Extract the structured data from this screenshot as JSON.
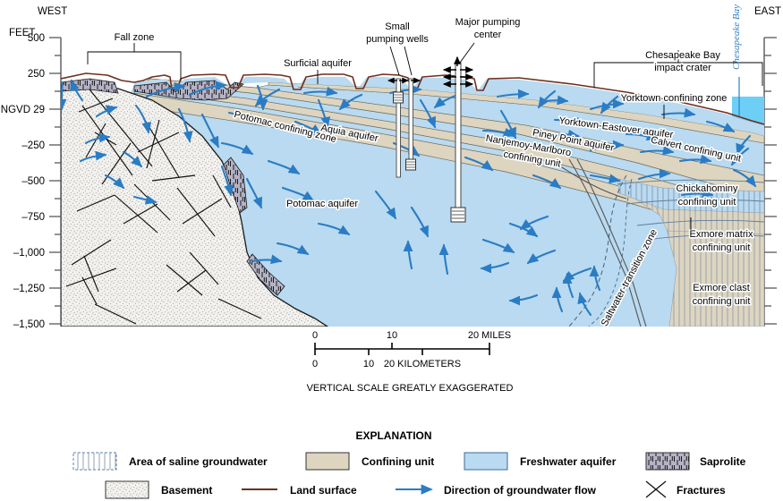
{
  "figure": {
    "orientation_left": "WEST",
    "orientation_right": "EAST",
    "y_axis_title": "FEET",
    "y_ticks": [
      "500",
      "250",
      "NGVD 29",
      "–250",
      "–500",
      "–750",
      "–1,000",
      "–1,250",
      "–1,500"
    ],
    "vertical_note": "VERTICAL SCALE GREATLY EXAGGERATED"
  },
  "annotations": {
    "fall_zone": "Fall zone",
    "surficial_aquifer": "Surficial aquifer",
    "small_pumping_wells": "Small\npumping wells",
    "small_pumping_wells_l1": "Small",
    "small_pumping_wells_l2": "pumping wells",
    "major_pumping_center_l1": "Major pumping",
    "major_pumping_center_l2": "center",
    "chesapeake_crater_l1": "Chesapeake Bay",
    "chesapeake_crater_l2": "impact crater",
    "chesapeake_bay": "Chesapeake Bay",
    "yorktown_confining_zone": "Yorktown confining zone",
    "yorktown_eastover_aquifer": "Yorktown-Eastover aquifer",
    "calvert_confining_unit": "Calvert confining unit",
    "piney_point_aquifer": "Piney Point aquifer",
    "nanjemoy_marlboro_l1": "Nanjemoy-Marlboro",
    "nanjemoy_marlboro_l2": "confining unit",
    "aquia_aquifer": "Aquia aquifer",
    "potomac_confining_zone": "Potomac confining zone",
    "potomac_aquifer": "Potomac aquifer",
    "chickahominy_l1": "Chickahominy",
    "chickahominy_l2": "confining unit",
    "exmore_matrix_l1": "Exmore matrix",
    "exmore_matrix_l2": "confining unit",
    "exmore_clast_l1": "Exmore clast",
    "exmore_clast_l2": "confining unit",
    "saltwater_transition_zone": "Saltwater-transition zone"
  },
  "scalebar": {
    "miles_ticks": [
      "0",
      "10",
      "20 MILES"
    ],
    "km_ticks": [
      "0",
      "10",
      "20 KILOMETERS"
    ]
  },
  "legend": {
    "title": "EXPLANATION",
    "items": [
      {
        "key": "saline",
        "label": "Area of saline groundwater",
        "swatch": "saline-hatch"
      },
      {
        "key": "confining",
        "label": "Confining unit",
        "swatch": "tan-box"
      },
      {
        "key": "freshwater",
        "label": "Freshwater aquifer",
        "swatch": "blue-box"
      },
      {
        "key": "saprolite",
        "label": "Saprolite",
        "swatch": "saprolite-hatch"
      },
      {
        "key": "basement",
        "label": "Basement",
        "swatch": "stipple-box"
      },
      {
        "key": "land_surface",
        "label": "Land surface",
        "swatch": "brown-line"
      },
      {
        "key": "flow",
        "label": "Direction of groundwater flow",
        "swatch": "blue-arrow"
      },
      {
        "key": "fractures",
        "label": "Fractures",
        "swatch": "fracture-cross"
      }
    ]
  },
  "colors": {
    "freshwater_aquifer": "#b9daf0",
    "confining_unit": "#ddd5c0",
    "bay_water": "#6ecff6",
    "land_surface": "#6e2f1e",
    "flow_arrow": "#2a7cc4",
    "basement_outline": "#000000",
    "saprolite": "#b0afc4",
    "axis": "#595959"
  }
}
